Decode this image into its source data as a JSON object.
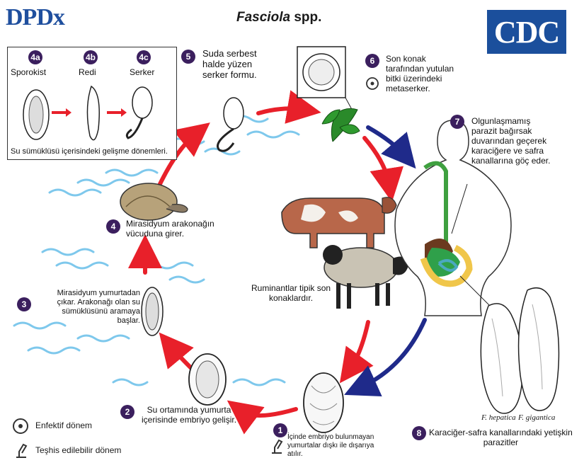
{
  "header": {
    "logo_left": "DPDx",
    "title_italic": "Fasciola",
    "title_rest": " spp.",
    "logo_right": "CDC"
  },
  "inset": {
    "stages": [
      {
        "num": "4a",
        "label": "Sporokist"
      },
      {
        "num": "4b",
        "label": "Redi"
      },
      {
        "num": "4c",
        "label": "Serker"
      }
    ],
    "caption": "Su sümüklüsü içerisindeki gelişme dönemleri."
  },
  "steps": {
    "s1": {
      "num": "1",
      "text_l1": "İçinde embriyo bulunmayan",
      "text_l2": "yumurtalar dışkı ile dışarıya",
      "text_l3": "atılır."
    },
    "s2": {
      "num": "2",
      "text_l1": "Su ortamında yumurta",
      "text_l2": "içerisinde embriyo gelişir."
    },
    "s3": {
      "num": "3",
      "text_l1": "Mirasidyum yumurtadan",
      "text_l2": "çıkar. Arakonağı olan su",
      "text_l3": "sümüklüsünü aramaya",
      "text_l4": "başlar."
    },
    "s4": {
      "num": "4",
      "text_l1": "Mirasidyum arakonağın",
      "text_l2": "vücuduna girer."
    },
    "s5": {
      "num": "5",
      "text_l1": "Suda serbest",
      "text_l2": "halde yüzen",
      "text_l3": "serker formu."
    },
    "s6": {
      "num": "6",
      "text_l1": "Son konak",
      "text_l2": "tarafından yutulan",
      "text_l3": "bitki üzerindeki",
      "text_l4": "metaserker."
    },
    "s7": {
      "num": "7",
      "text_l1": "Olgunlaşmamış",
      "text_l2": "parazit bağırsak",
      "text_l3": "duvarından geçerek",
      "text_l4": "karaciğere ve safra",
      "text_l5": "kanallarına göç eder."
    },
    "s8": {
      "num": "8",
      "text_l1": "Karaciğer-safra kanallarındaki yetişkin",
      "text_l2": "parazitler"
    }
  },
  "ruminants": {
    "text_l1": "Ruminantlar tipik son",
    "text_l2": "konaklardır."
  },
  "species": {
    "hepatica": "F. hepatica",
    "gigantica": "F. gigantica"
  },
  "legend": {
    "infective": "Enfektif dönem",
    "diagnostic": "Teşhis edilebilir dönem"
  },
  "colors": {
    "arrow_red": "#e8202a",
    "arrow_blue": "#1f2a8a",
    "water": "#7ec8ec",
    "badge": "#3b1f5e",
    "cdc_blue": "#1b4f9c"
  }
}
